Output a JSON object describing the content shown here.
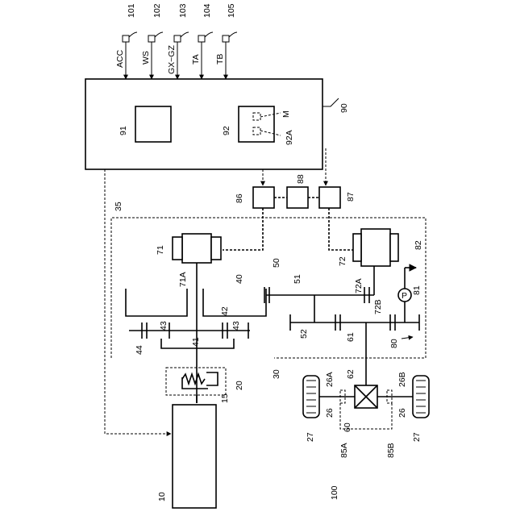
{
  "labels": {
    "acc": "ACC",
    "ws": "WS",
    "gxgz": "GX~GZ",
    "ta": "TA",
    "tb": "TB",
    "s101": "101",
    "s102": "102",
    "s103": "103",
    "s104": "104",
    "s105": "105",
    "ecu": "90",
    "cpu": "91",
    "mem": "92",
    "mem_area": "92A",
    "map": "M",
    "inv1": "86",
    "conv": "88",
    "inv2": "87",
    "batt": "",
    "unit": "35",
    "mg1": "71",
    "mg2": "72",
    "shaft_mg1": "71A",
    "shaft_mg2": "72A",
    "gear_mg2": "72B",
    "gear40": "40",
    "gear50": "50",
    "gear51": "51",
    "gear52": "52",
    "gear42": "42",
    "gear43a": "43",
    "gear43b": "43",
    "gear44": "44",
    "shaft41": "41",
    "gear61": "61",
    "gear80": "80",
    "pump": "P",
    "pump_id": "81",
    "line82": "82",
    "damper": "20",
    "trans": "30",
    "shaft15": "15",
    "engine": "10",
    "diff": "60",
    "drive62": "62",
    "axle26a": "26A",
    "axle26b": "26B",
    "axle26l": "26",
    "axle26r": "26",
    "wheel_l": "27",
    "wheel_r": "27",
    "sensor85a": "85A",
    "sensor85b": "85B",
    "vehicle": "100"
  }
}
